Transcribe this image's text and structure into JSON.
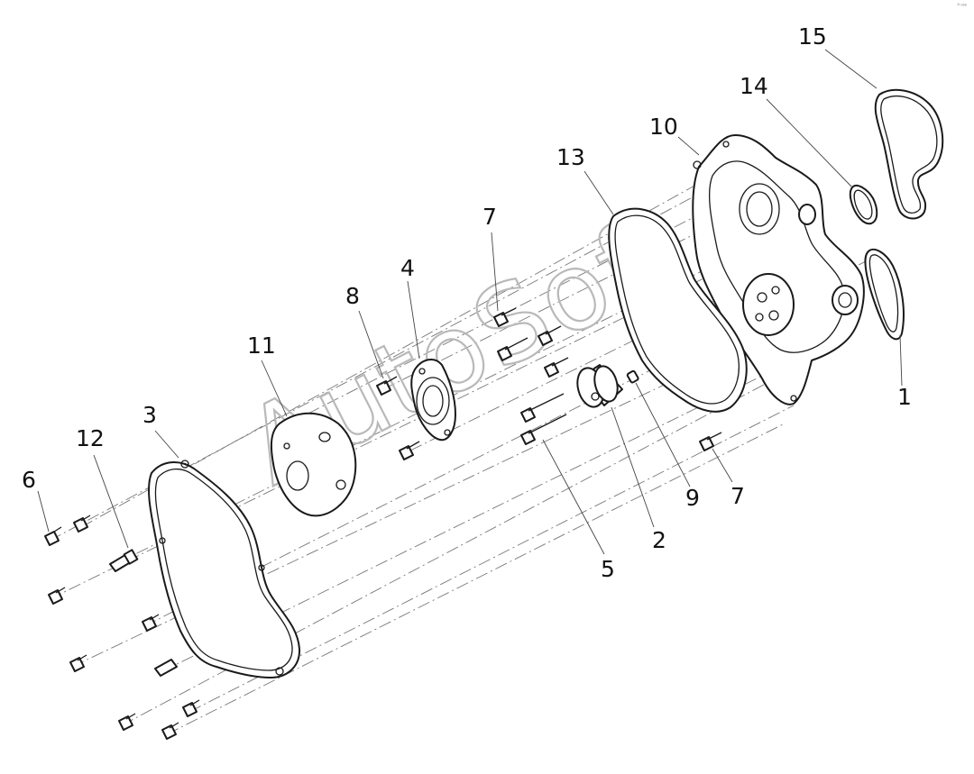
{
  "watermark": "AutoSoft",
  "corner_mark": "ª ⁿᵉᵉ",
  "callouts": [
    {
      "id": "c15",
      "text": "15"
    },
    {
      "id": "c14",
      "text": "14"
    },
    {
      "id": "c10",
      "text": "10"
    },
    {
      "id": "c13",
      "text": "13"
    },
    {
      "id": "c7a",
      "text": "7"
    },
    {
      "id": "c4",
      "text": "4"
    },
    {
      "id": "c8",
      "text": "8"
    },
    {
      "id": "c11",
      "text": "11"
    },
    {
      "id": "c3",
      "text": "3"
    },
    {
      "id": "c12",
      "text": "12"
    },
    {
      "id": "c6",
      "text": "6"
    },
    {
      "id": "c1",
      "text": "1"
    },
    {
      "id": "c9",
      "text": "9"
    },
    {
      "id": "c7b",
      "text": "7"
    },
    {
      "id": "c2",
      "text": "2"
    },
    {
      "id": "c5",
      "text": "5"
    }
  ]
}
